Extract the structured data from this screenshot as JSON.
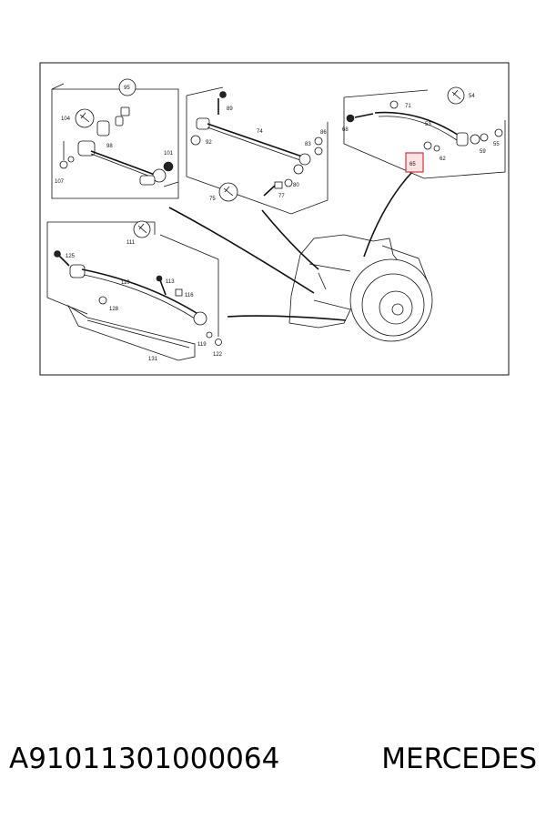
{
  "diagram": {
    "callouts": {
      "c95": "95",
      "c104": "104",
      "c98": "98",
      "c101": "101",
      "c107": "107",
      "c89": "89",
      "c74": "74",
      "c92": "92",
      "c86": "86",
      "c83": "83",
      "c80": "80",
      "c77": "77",
      "c75": "75",
      "c54": "54",
      "c71": "71",
      "c68": "68",
      "c53": "53",
      "c55": "55",
      "c59": "59",
      "c62": "62",
      "c65": "65",
      "c111": "111",
      "c125": "125",
      "c110": "110",
      "c113": "113",
      "c116": "116",
      "c128": "128",
      "c119": "119",
      "c122": "122",
      "c131": "131"
    },
    "highlight_color": "#e0303a"
  },
  "caption": {
    "part_number": "A91011301000064",
    "brand": "MERCEDES"
  }
}
